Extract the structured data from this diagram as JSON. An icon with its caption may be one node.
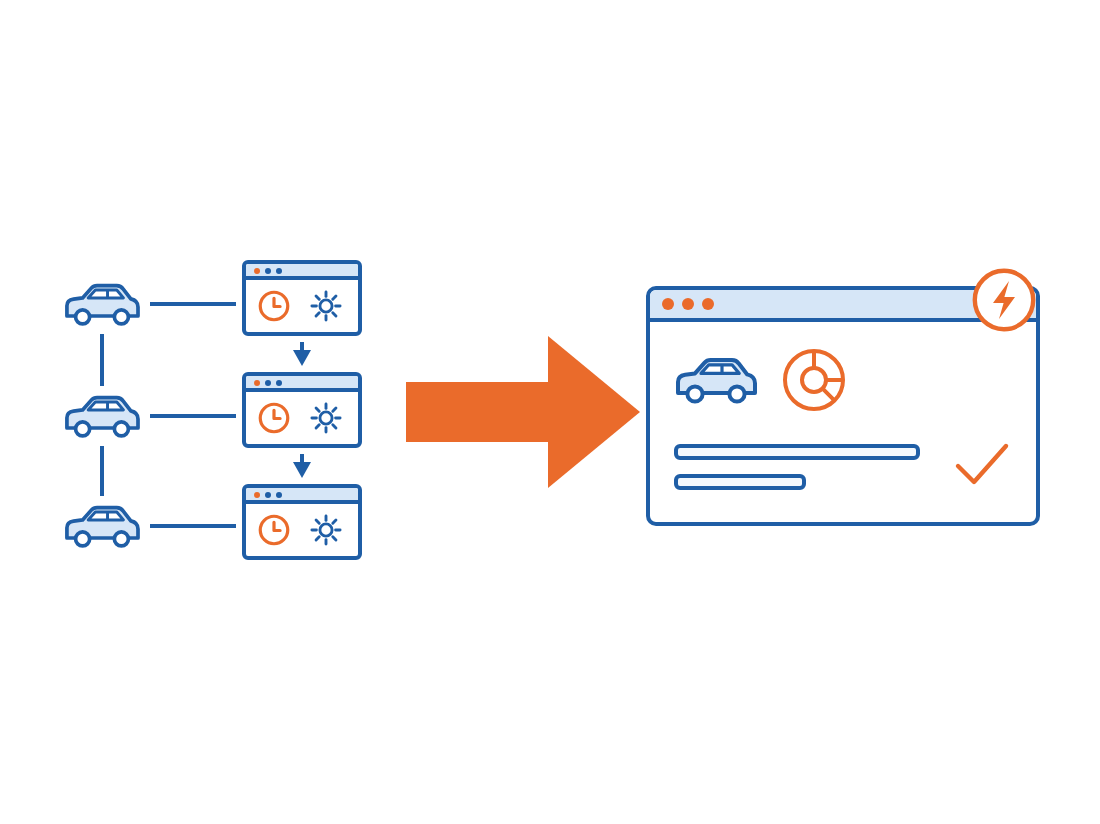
{
  "diagram": {
    "nodes": [
      {
        "text": [],
        "shape": "picture"
      },
      {
        "text": [],
        "shape": "box"
      },
      {
        "text": [],
        "shape": "picture"
      },
      {
        "text": [],
        "shape": "box"
      },
      {
        "text": [],
        "shape": "picture"
      },
      {
        "text": [],
        "shape": "box"
      },
      {
        "text": [],
        "shape": "box"
      }
    ],
    "edges": [
      {
        "from": 0,
        "to": 1,
        "arrow": "none"
      },
      {
        "from": 0,
        "to": 2,
        "arrow": "none"
      },
      {
        "from": 1,
        "to": 3,
        "arrow": "to"
      },
      {
        "from": 2,
        "to": 3,
        "arrow": "none"
      },
      {
        "from": 2,
        "to": 4,
        "arrow": "none"
      },
      {
        "from": 3,
        "to": 5,
        "arrow": "to"
      },
      {
        "from": 4,
        "to": 5,
        "arrow": "none"
      },
      {
        "from": null,
        "to": 6,
        "arrow": "to",
        "style": "thick",
        "color": "#ea6b2b"
      }
    ]
  }
}
